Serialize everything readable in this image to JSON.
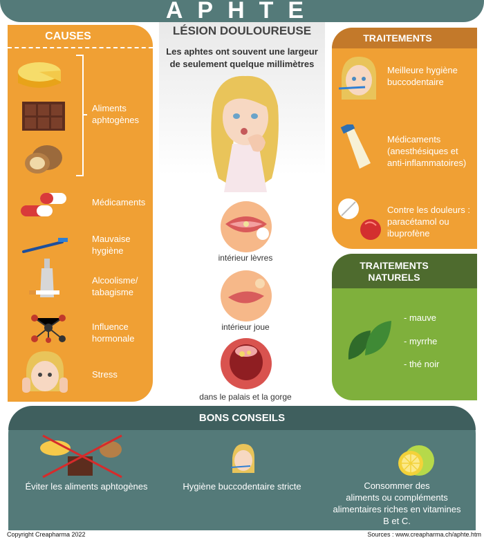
{
  "title": "APHTE",
  "lesion": {
    "title": "LÉSION DOULOUREUSE",
    "subtitle_line1": "Les aphtes ont souvent une largeur",
    "subtitle_line2": "de seulement quelque millimètres"
  },
  "causes": {
    "title": "CAUSES",
    "aliments_line1": "Aliments",
    "aliments_line2": "aphtogènes",
    "medicaments": "Médicaments",
    "hygiene_line1": "Mauvaise",
    "hygiene_line2": "hygiène",
    "alcool_line1": "Alcoolisme/",
    "alcool_line2": "tabagisme",
    "hormonale_line1": "Influence",
    "hormonale_line2": "hormonale",
    "stress": "Stress"
  },
  "locations": {
    "levres": "intérieur lèvres",
    "joue": "intérieur joue",
    "gorge": "dans le palais et la gorge"
  },
  "traitements": {
    "title": "TRAITEMENTS",
    "hyg_line1": "Meilleure hygiène",
    "hyg_line2": "buccodentaire",
    "med_line1": "Médicaments",
    "med_line2": "(anesthésiques et",
    "med_line3": "anti-inflammatoires)",
    "douleur_line1": "Contre les douleurs :",
    "douleur_line2": "paracétamol ou",
    "douleur_line3": "ibuprofène"
  },
  "naturels": {
    "title_line1": "TRAITEMENTS",
    "title_line2": "NATURELS",
    "items": [
      "- mauve",
      "- myrrhe",
      "- thé noir"
    ]
  },
  "conseils": {
    "title": "BONS CONSEILS",
    "eviter": "Éviter les aliments aphtogènes",
    "hygiene": "Hygiène buccodentaire stricte",
    "vit_line1": "Consommer des",
    "vit_line2": "aliments ou compléments",
    "vit_line3": "alimentaires riches en vitamines",
    "vit_line4": "B et C."
  },
  "footer": {
    "copyright": "Copyright Creapharma 2022",
    "sources": "Sources : www.creapharma.ch/aphte.htm"
  },
  "colors": {
    "orange": "#f0a034",
    "teal": "#547a79",
    "green": "#7fb03c",
    "dark_green": "#4e6b2e"
  }
}
